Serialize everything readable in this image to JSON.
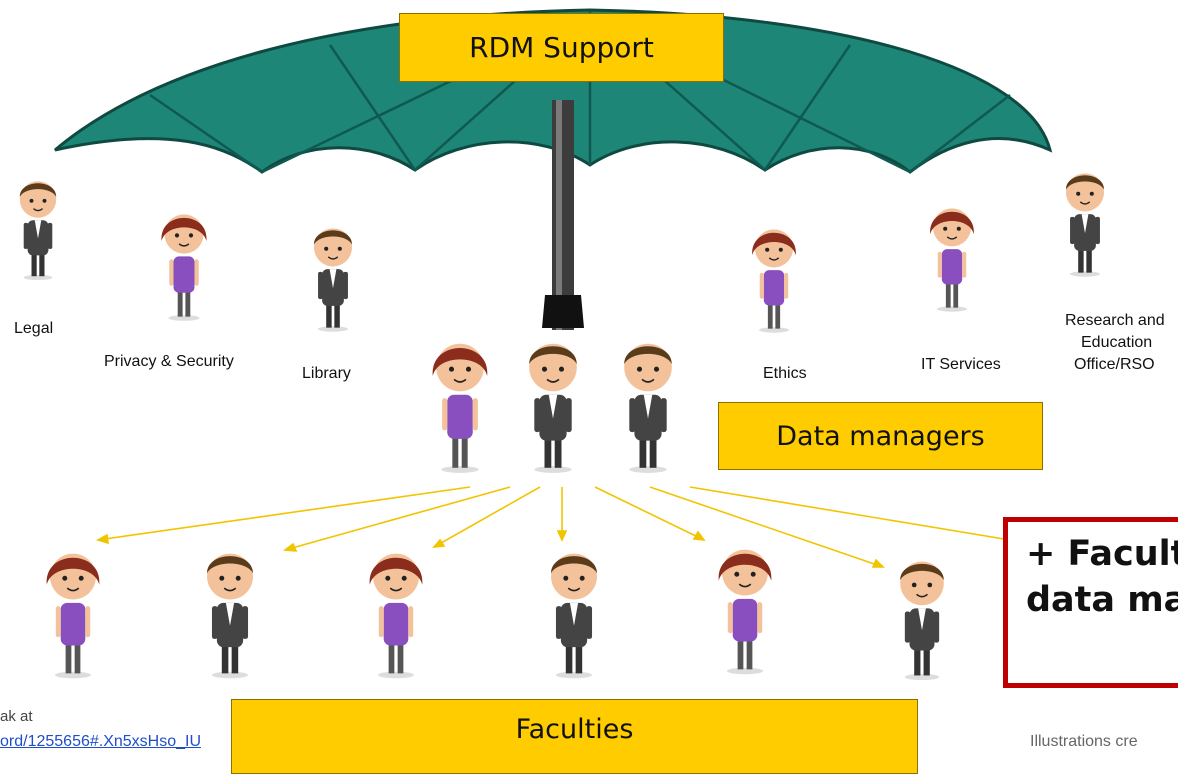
{
  "umbrella_title": "RDM Support",
  "roles": {
    "legal": "Legal",
    "privacy": "Privacy & Security",
    "library": "Library",
    "ethics": "Ethics",
    "it": "IT Services",
    "research_1": "Research and",
    "research_2": "Education",
    "research_3": "Office/RSO"
  },
  "data_managers_label": "Data managers",
  "faculties_label": "Faculties",
  "faculty_note_line1": "+ Faculty",
  "faculty_note_line2": "data managers",
  "credit_prefix": "ak at",
  "credit_link": "ord/1255656#.Xn5xsHso_IU",
  "illustrations_credit": "Illustrations cre",
  "colors": {
    "umbrella": "#1e8677",
    "umbrella_dark": "#0f5a50",
    "highlight": "#FFCC00",
    "note_border": "#C00000",
    "arrow": "#f2c400"
  }
}
